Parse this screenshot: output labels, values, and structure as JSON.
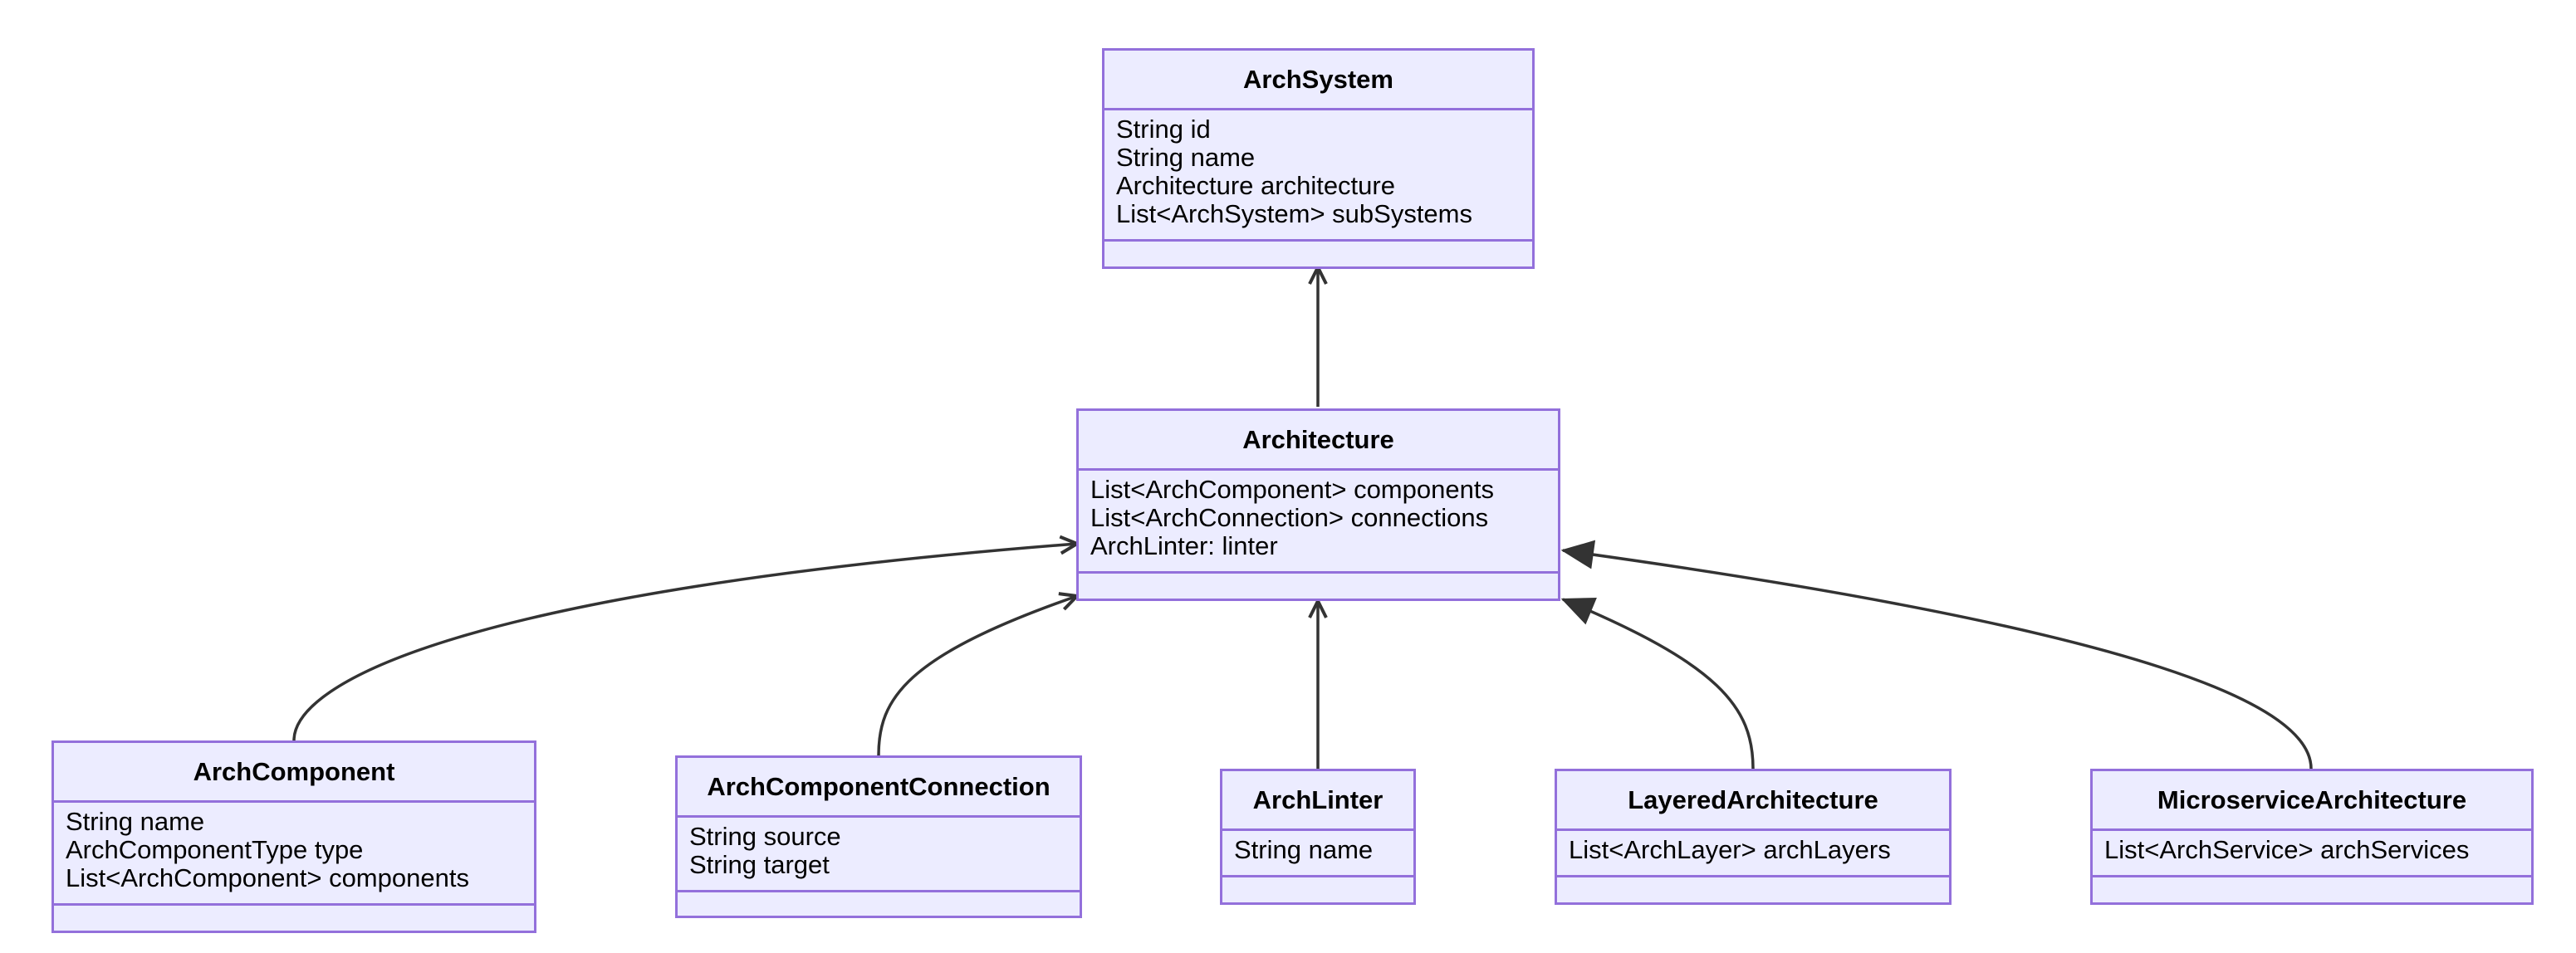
{
  "diagram": {
    "type": "uml-class-diagram",
    "colors": {
      "class_fill": "#ececff",
      "class_border": "#9370db",
      "edge": "#333333",
      "text": "#000000",
      "background": "#ffffff"
    },
    "classes": {
      "arch_system": {
        "name": "ArchSystem",
        "attributes": [
          "String id",
          "String name",
          "Architecture architecture",
          "List<ArchSystem> subSystems"
        ]
      },
      "architecture": {
        "name": "Architecture",
        "attributes": [
          "List<ArchComponent> components",
          "List<ArchConnection> connections",
          "ArchLinter: linter"
        ]
      },
      "arch_component": {
        "name": "ArchComponent",
        "attributes": [
          "String name",
          "ArchComponentType type",
          "List<ArchComponent> components"
        ]
      },
      "arch_component_connection": {
        "name": "ArchComponentConnection",
        "attributes": [
          "String source",
          "String target"
        ]
      },
      "arch_linter": {
        "name": "ArchLinter",
        "attributes": [
          "String name"
        ]
      },
      "layered_architecture": {
        "name": "LayeredArchitecture",
        "attributes": [
          "List<ArchLayer> archLayers"
        ]
      },
      "microservice_architecture": {
        "name": "MicroserviceArchitecture",
        "attributes": [
          "List<ArchService> archServices"
        ]
      }
    },
    "relations": [
      {
        "from": "Architecture",
        "to": "ArchSystem",
        "kind": "association"
      },
      {
        "from": "ArchComponent",
        "to": "Architecture",
        "kind": "association"
      },
      {
        "from": "ArchComponentConnection",
        "to": "Architecture",
        "kind": "association"
      },
      {
        "from": "ArchLinter",
        "to": "Architecture",
        "kind": "association"
      },
      {
        "from": "LayeredArchitecture",
        "to": "Architecture",
        "kind": "inheritance"
      },
      {
        "from": "MicroserviceArchitecture",
        "to": "Architecture",
        "kind": "inheritance"
      }
    ]
  }
}
